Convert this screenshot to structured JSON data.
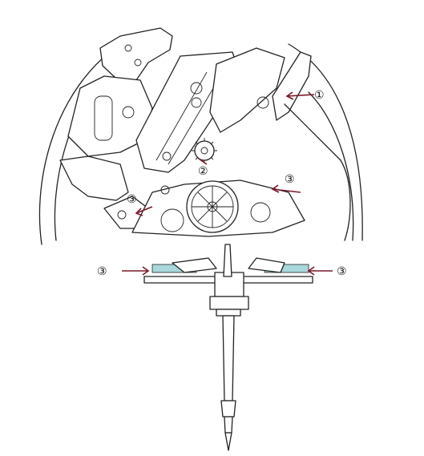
{
  "callouts": {
    "c1": "①",
    "c2": "②",
    "c3": "③"
  },
  "colors": {
    "line": "#222222",
    "arrow": "#7a1a2a",
    "oil": "#a8d8dc"
  }
}
